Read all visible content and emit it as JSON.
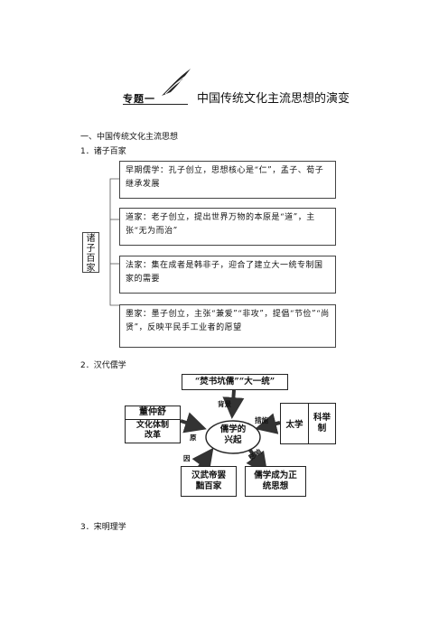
{
  "header": {
    "label": "专题一",
    "title": "中国传统文化主流思想的演变"
  },
  "section1": {
    "heading": "一、中国传统文化主流思想",
    "sub1": "1．诸子百家",
    "sub2": "2．汉代儒学",
    "sub3": "3．宋明理学"
  },
  "zhuzi": {
    "label_line1": "诸子",
    "label_line2": "百家",
    "schools": [
      "早期儒学：孔子创立，思想核心是“仁”，孟子、荀子继承发展",
      "道家：老子创立，提出世界万物的本原是“道”，主张“无为而治”",
      "法家：集在成者是韩非子，迎合了建立大一统专制国家的需要",
      "墨家：墨子创立，主张“兼爱”“非攻”，提倡“节俭”“尚贤”，反映平民手工业者的愿望"
    ]
  },
  "han": {
    "top": "“焚书坑儒”“大一统”",
    "center_line1": "儒学的",
    "center_line2": "兴起",
    "dong_title": "董仲舒",
    "dong_sub": "文化体制改革",
    "right_left": "太学",
    "right_right": "科举制",
    "bottom_left": "汉武帝罢黜百家",
    "bottom_right": "儒学成为正统思想",
    "edge_top": "背景",
    "edge_right": "措施",
    "edge_left_yuan": "原",
    "edge_left_yin": "因",
    "edge_bottom": "影响"
  }
}
